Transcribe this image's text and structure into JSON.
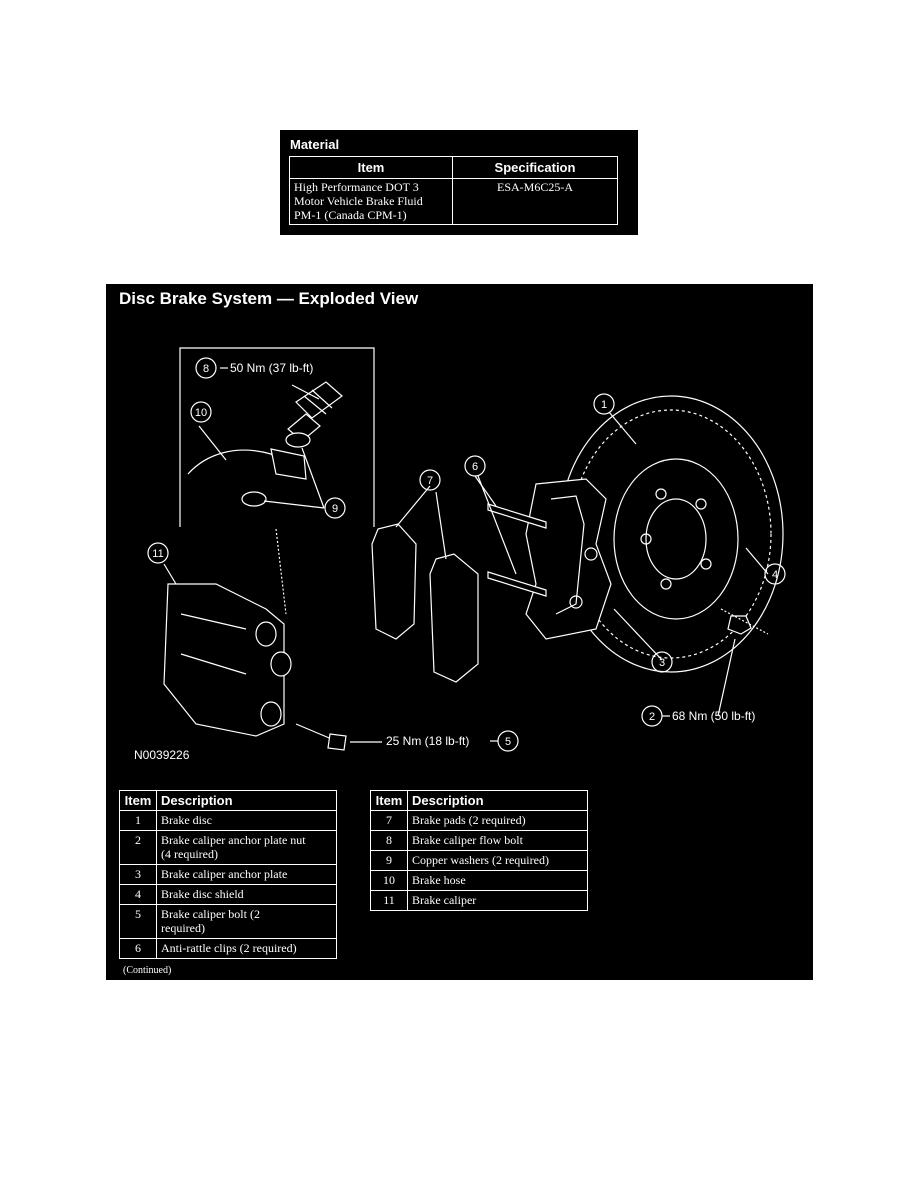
{
  "material": {
    "title": "Material",
    "headers": [
      "Item",
      "Specification"
    ],
    "rows": [
      {
        "item": [
          "High Performance DOT 3",
          "Motor Vehicle Brake Fluid",
          "PM-1 (Canada CPM-1)"
        ],
        "spec": "ESA-M6C25-A"
      }
    ]
  },
  "figure": {
    "title": "Disc Brake System — Exploded View",
    "code": "N0039226",
    "callouts": {
      "c1": "1",
      "c2": "2",
      "c3": "3",
      "c4": "4",
      "c5": "5",
      "c6": "6",
      "c7": "7",
      "c8": "8",
      "c9": "9",
      "c10": "10",
      "c11": "11"
    },
    "torques": {
      "t8": "50 Nm (37 lb-ft)",
      "t2": "68 Nm (50 lb-ft)",
      "t5": "25 Nm (18 lb-ft)"
    }
  },
  "description": {
    "headers": [
      "Item",
      "Description"
    ],
    "left": [
      {
        "num": "1",
        "lines": [
          "Brake disc"
        ]
      },
      {
        "num": "2",
        "lines": [
          "Brake caliper anchor plate nut",
          "(4 required)"
        ]
      },
      {
        "num": "3",
        "lines": [
          "Brake caliper anchor plate"
        ]
      },
      {
        "num": "4",
        "lines": [
          "Brake disc shield"
        ]
      },
      {
        "num": "5",
        "lines": [
          "Brake caliper bolt (2",
          "required)"
        ]
      },
      {
        "num": "6",
        "lines": [
          "Anti-rattle clips (2 required)"
        ]
      }
    ],
    "right": [
      {
        "num": "7",
        "lines": [
          "Brake pads (2 required)"
        ]
      },
      {
        "num": "8",
        "lines": [
          "Brake caliper flow bolt"
        ]
      },
      {
        "num": "9",
        "lines": [
          "Copper washers (2 required)"
        ]
      },
      {
        "num": "10",
        "lines": [
          "Brake hose"
        ]
      },
      {
        "num": "11",
        "lines": [
          "Brake caliper"
        ]
      }
    ],
    "continued": "(Continued)"
  }
}
